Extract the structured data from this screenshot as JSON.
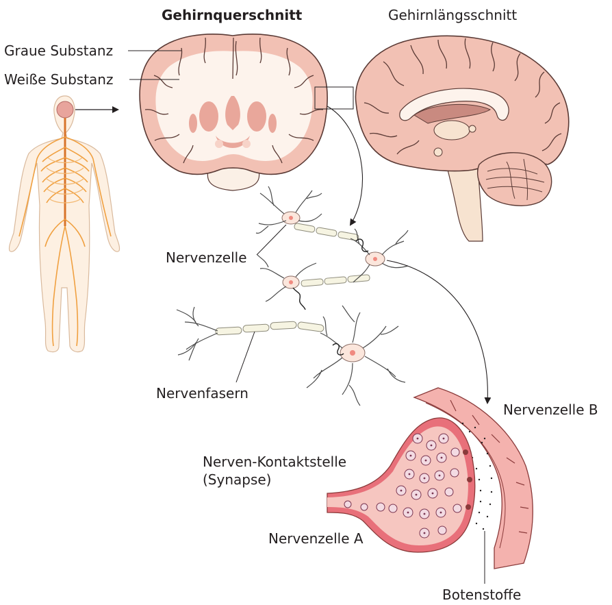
{
  "titles": {
    "coronal": "Gehirnquerschnitt",
    "sagittal": "Gehirnlängsschnitt"
  },
  "labels": {
    "grey_matter": "Graue Substanz",
    "white_matter": "Weiße Substanz",
    "nerve_cell": "Nervenzelle",
    "nerve_fibers": "Nervenfasern",
    "synapse_line1": "Nerven-Kontaktstelle",
    "synapse_line2": "(Synapse)",
    "nerve_cell_a": "Nervenzelle A",
    "nerve_cell_b": "Nervenzelle B",
    "neurotransmitters": "Botenstoffe"
  },
  "colors": {
    "brain_surface": "#f2c1b4",
    "brain_outline": "#5a3a35",
    "white_matter": "#fdf3ec",
    "brain_inner": "#e9a79b",
    "nerves": "#f0a040",
    "body_fill": "#fdf0e2",
    "synapse_fill": "#e8707a",
    "synapse_light": "#f6c6c0",
    "vesicle": "#f3dbe3",
    "line": "#231f20"
  }
}
